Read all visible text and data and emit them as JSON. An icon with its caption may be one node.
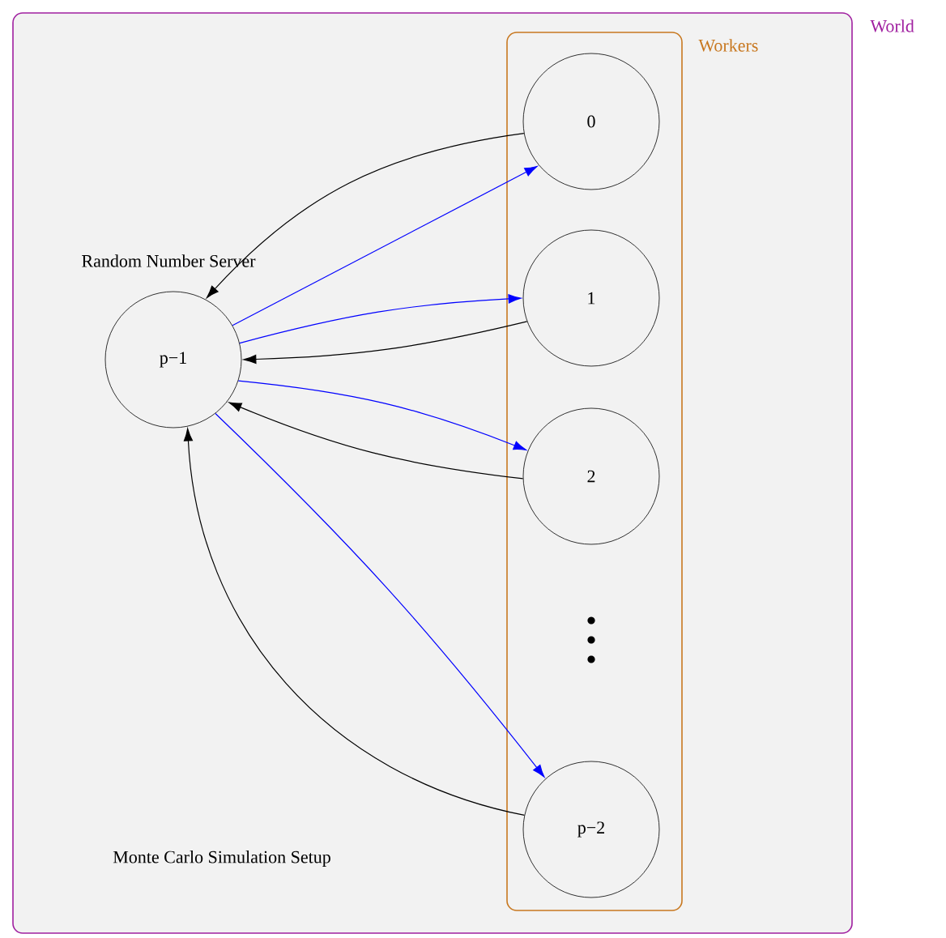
{
  "diagram": {
    "nodes": [
      {
        "text": [
          "World"
        ]
      },
      {
        "text": [
          "Workers"
        ],
        "in": 0
      },
      {
        "text": [
          "p−1"
        ],
        "beside": [
          "Random Number Server"
        ],
        "in": 0
      },
      {
        "text": [
          "0"
        ],
        "in": 1
      },
      {
        "text": [
          "1"
        ],
        "in": 1
      },
      {
        "text": [
          "2"
        ],
        "in": 1
      },
      {
        "text": [
          "p−2"
        ],
        "in": 1
      }
    ],
    "edges": [
      {
        "from": 2,
        "to": 3,
        "arrow": "to",
        "color": "#0000ff"
      },
      {
        "from": 3,
        "to": 2,
        "arrow": "to",
        "color": "#000000"
      },
      {
        "from": 2,
        "to": 4,
        "arrow": "to",
        "color": "#0000ff"
      },
      {
        "from": 4,
        "to": 2,
        "arrow": "to",
        "color": "#000000"
      },
      {
        "from": 2,
        "to": 5,
        "arrow": "to",
        "color": "#0000ff"
      },
      {
        "from": 5,
        "to": 2,
        "arrow": "to",
        "color": "#000000"
      },
      {
        "from": 2,
        "to": 6,
        "arrow": "to",
        "color": "#0000ff"
      },
      {
        "from": 6,
        "to": 2,
        "arrow": "to",
        "color": "#000000"
      }
    ],
    "labels": [
      "Monte Carlo Simulation Setup"
    ]
  }
}
